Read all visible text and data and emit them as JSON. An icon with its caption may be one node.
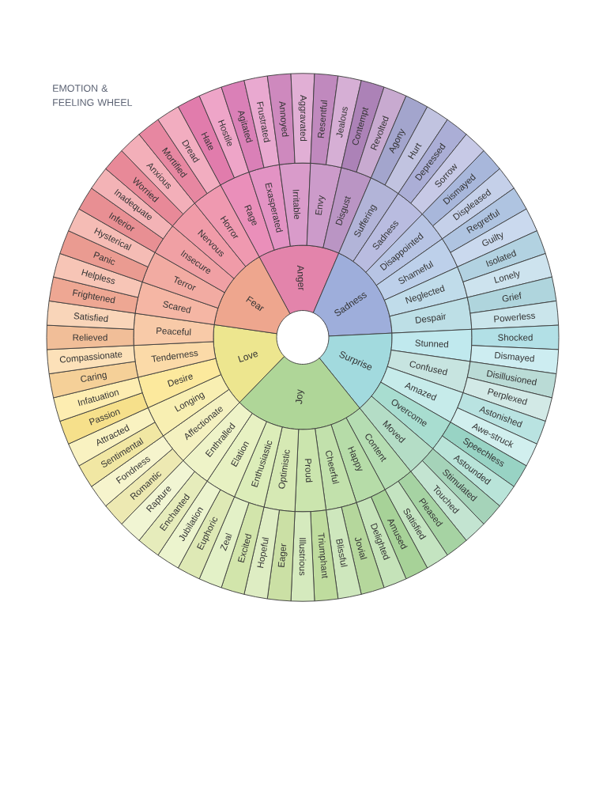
{
  "diagram": {
    "title": "EMOTION & FEELING WHEEL",
    "nodes": [
      {
        "text": [
          "Anger"
        ]
      },
      {
        "text": [
          "Sadness"
        ]
      },
      {
        "text": [
          "Surprise"
        ]
      },
      {
        "text": [
          "Joy"
        ]
      },
      {
        "text": [
          "Love"
        ]
      },
      {
        "text": [
          "Fear"
        ]
      },
      {
        "text": [
          "Rage"
        ]
      },
      {
        "text": [
          "Exasperated"
        ]
      },
      {
        "text": [
          "Irritable"
        ]
      },
      {
        "text": [
          "Envy"
        ]
      },
      {
        "text": [
          "Disgust"
        ]
      },
      {
        "text": [
          "Suffering"
        ]
      },
      {
        "text": [
          "Sadness"
        ]
      },
      {
        "text": [
          "Disappointed"
        ]
      },
      {
        "text": [
          "Shameful"
        ]
      },
      {
        "text": [
          "Neglected"
        ]
      },
      {
        "text": [
          "Despair"
        ]
      },
      {
        "text": [
          "Stunned"
        ]
      },
      {
        "text": [
          "Confused"
        ]
      },
      {
        "text": [
          "Amazed"
        ]
      },
      {
        "text": [
          "Overcome"
        ]
      },
      {
        "text": [
          "Moved"
        ]
      },
      {
        "text": [
          "Content"
        ]
      },
      {
        "text": [
          "Happy"
        ]
      },
      {
        "text": [
          "Cheerful"
        ]
      },
      {
        "text": [
          "Proud"
        ]
      },
      {
        "text": [
          "Optimistic"
        ]
      },
      {
        "text": [
          "Enthusiastic"
        ]
      },
      {
        "text": [
          "Elation"
        ]
      },
      {
        "text": [
          "Enthralled"
        ]
      },
      {
        "text": [
          "Affectionate"
        ]
      },
      {
        "text": [
          "Longing"
        ]
      },
      {
        "text": [
          "Desire"
        ]
      },
      {
        "text": [
          "Tenderness"
        ]
      },
      {
        "text": [
          "Peaceful"
        ]
      },
      {
        "text": [
          "Scared"
        ]
      },
      {
        "text": [
          "Terror"
        ]
      },
      {
        "text": [
          "Insecure"
        ]
      },
      {
        "text": [
          "Nervous"
        ]
      },
      {
        "text": [
          "Horror"
        ]
      },
      {
        "text": [
          "Hate"
        ]
      },
      {
        "text": [
          "Hostile"
        ]
      },
      {
        "text": [
          "Agitated"
        ]
      },
      {
        "text": [
          "Frustrated"
        ]
      },
      {
        "text": [
          "Annoyed"
        ]
      },
      {
        "text": [
          "Aggravated"
        ]
      },
      {
        "text": [
          "Resentful"
        ]
      },
      {
        "text": [
          "Jealous"
        ]
      },
      {
        "text": [
          "Contempt"
        ]
      },
      {
        "text": [
          "Revolted"
        ]
      },
      {
        "text": [
          "Agony"
        ]
      },
      {
        "text": [
          "Hurt"
        ]
      },
      {
        "text": [
          "Depressed"
        ]
      },
      {
        "text": [
          "Sorrow"
        ]
      },
      {
        "text": [
          "Dismayed"
        ]
      },
      {
        "text": [
          "Displeased"
        ]
      },
      {
        "text": [
          "Regretful"
        ]
      },
      {
        "text": [
          "Guilty"
        ]
      },
      {
        "text": [
          "Isolated"
        ]
      },
      {
        "text": [
          "Lonely"
        ]
      },
      {
        "text": [
          "Grief"
        ]
      },
      {
        "text": [
          "Powerless"
        ]
      },
      {
        "text": [
          "Shocked"
        ]
      },
      {
        "text": [
          "Dismayed"
        ]
      },
      {
        "text": [
          "Disillusioned"
        ]
      },
      {
        "text": [
          "Perplexed"
        ]
      },
      {
        "text": [
          "Astonished"
        ]
      },
      {
        "text": [
          "Awe-struck"
        ]
      },
      {
        "text": [
          "Speechless"
        ]
      },
      {
        "text": [
          "Astounded"
        ]
      },
      {
        "text": [
          "Stimulated"
        ]
      },
      {
        "text": [
          "Touched"
        ]
      },
      {
        "text": [
          "Pleased"
        ]
      },
      {
        "text": [
          "Satisfied"
        ]
      },
      {
        "text": [
          "Amused"
        ]
      },
      {
        "text": [
          "Delighted"
        ]
      },
      {
        "text": [
          "Jovial"
        ]
      },
      {
        "text": [
          "Blissful"
        ]
      },
      {
        "text": [
          "Triumphant"
        ]
      },
      {
        "text": [
          "Illustrious"
        ]
      },
      {
        "text": [
          "Eager"
        ]
      },
      {
        "text": [
          "Hopeful"
        ]
      },
      {
        "text": [
          "Excited"
        ]
      },
      {
        "text": [
          "Zeal"
        ]
      },
      {
        "text": [
          "Euphoric"
        ]
      },
      {
        "text": [
          "Jubilation"
        ]
      },
      {
        "text": [
          "Enchanted"
        ]
      },
      {
        "text": [
          "Rapture"
        ]
      },
      {
        "text": [
          "Romantic"
        ]
      },
      {
        "text": [
          "Fondness"
        ]
      },
      {
        "text": [
          "Sentimental"
        ]
      },
      {
        "text": [
          "Attracted"
        ]
      },
      {
        "text": [
          "Passion"
        ]
      },
      {
        "text": [
          "Infatuation"
        ]
      },
      {
        "text": [
          "Caring"
        ]
      },
      {
        "text": [
          "Compassionate"
        ]
      },
      {
        "text": [
          "Relieved"
        ]
      },
      {
        "text": [
          "Satisfied"
        ]
      },
      {
        "text": [
          "Frightened"
        ]
      },
      {
        "text": [
          "Helpless"
        ]
      },
      {
        "text": [
          "Panic"
        ]
      },
      {
        "text": [
          "Hysterical"
        ]
      },
      {
        "text": [
          "Inferior"
        ]
      },
      {
        "text": [
          "Inadequate"
        ]
      },
      {
        "text": [
          "Worried"
        ]
      },
      {
        "text": [
          "Anxious"
        ]
      },
      {
        "text": [
          "Mortified"
        ]
      },
      {
        "text": [
          "Dread"
        ]
      }
    ]
  }
}
